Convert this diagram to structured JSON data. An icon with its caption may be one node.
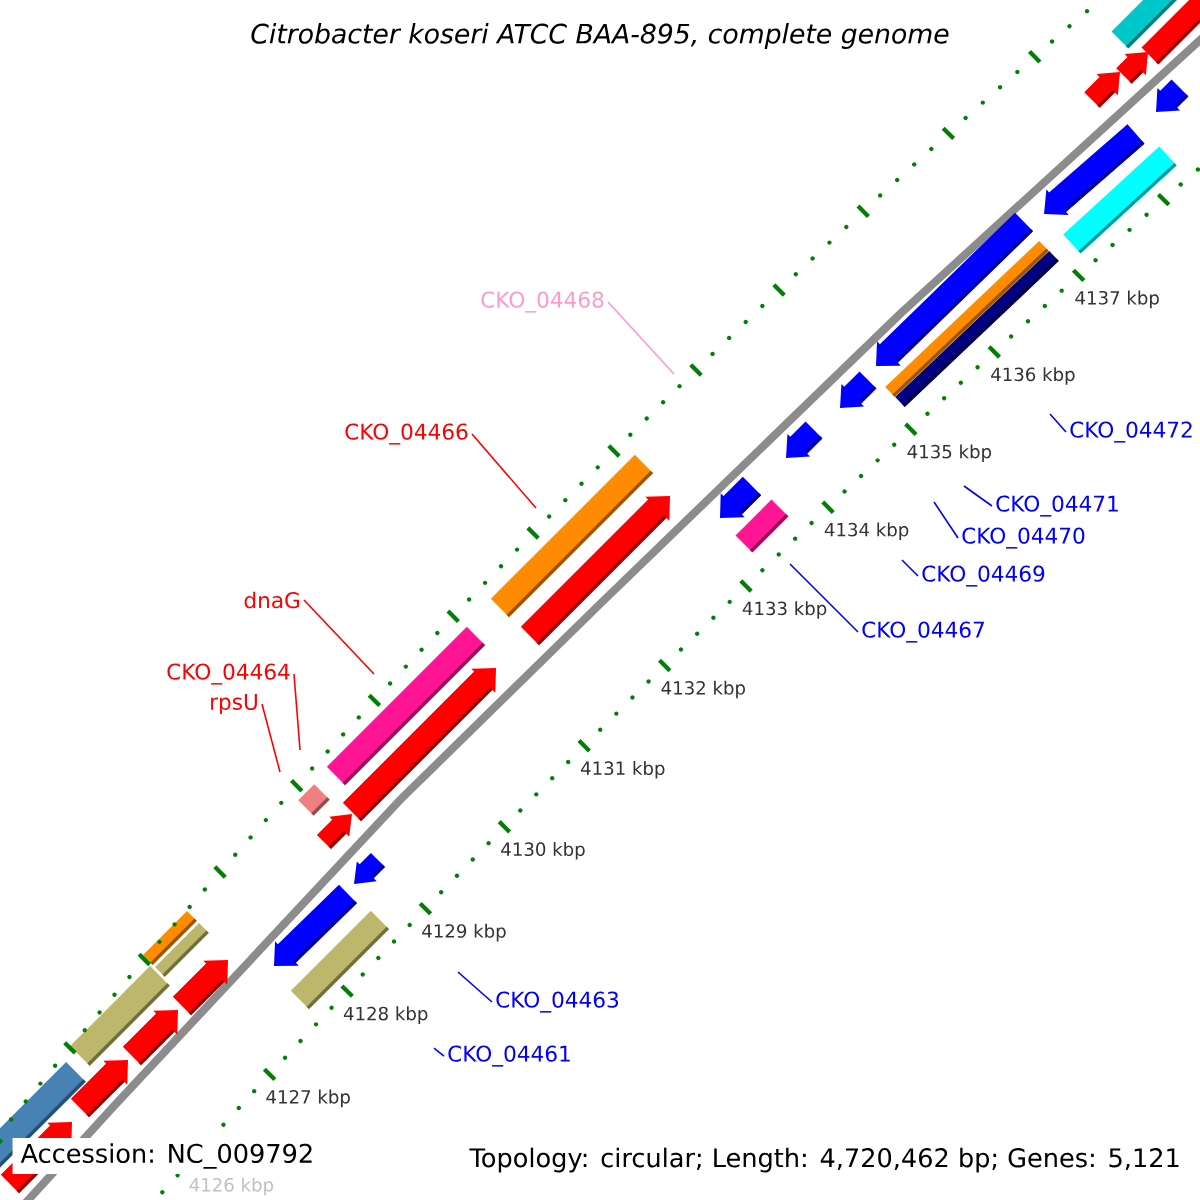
{
  "diagram": {
    "title": "Citrobacter koseri ATCC BAA-895, complete genome",
    "nodes": [
      {
        "text": [
          "CKO_04468"
        ]
      },
      {
        "text": [
          "CKO_04472"
        ]
      },
      {
        "text": [
          "CKO_04466"
        ]
      },
      {
        "text": [
          "CKO_04471"
        ]
      },
      {
        "text": [
          "CKO_04470"
        ]
      },
      {
        "text": [
          "CKO_04469"
        ]
      },
      {
        "text": [
          "dnaG"
        ]
      },
      {
        "text": [
          "CKO_04467"
        ]
      },
      {
        "text": [
          "CKO_04464"
        ]
      },
      {
        "text": [
          "rpsU"
        ]
      },
      {
        "text": [
          "CKO_04463"
        ]
      },
      {
        "text": [
          "CKO_04461"
        ]
      }
    ],
    "edges": [
      {
        "from": 0,
        "to": null,
        "arrow": "none",
        "color": "#ff99cc"
      },
      {
        "from": 1,
        "to": null,
        "arrow": "none"
      },
      {
        "from": 2,
        "to": null,
        "arrow": "none",
        "color": "#ff0000"
      },
      {
        "from": 3,
        "to": null,
        "arrow": "none"
      },
      {
        "from": 4,
        "to": null,
        "arrow": "none"
      },
      {
        "from": 5,
        "to": null,
        "arrow": "none"
      },
      {
        "from": 6,
        "to": null,
        "arrow": "none",
        "color": "#ff0000"
      },
      {
        "from": 7,
        "to": null,
        "arrow": "none"
      },
      {
        "from": 8,
        "to": null,
        "arrow": "none",
        "color": "#ff0000"
      },
      {
        "from": 9,
        "to": null,
        "arrow": "none",
        "color": "#ff0000"
      },
      {
        "from": 10,
        "to": null,
        "arrow": "none"
      },
      {
        "from": 11,
        "to": null,
        "arrow": "none"
      }
    ],
    "labels": [
      "4137 kbp",
      "4136 kbp",
      "4135 kbp",
      "4134 kbp",
      "4133 kbp",
      "4132 kbp",
      "4131 kbp",
      "4130 kbp",
      "4129 kbp",
      "4128 kbp",
      "4127 kbp",
      "4126 kbp",
      "Accession: NC_009792",
      "Topology: circular; Length: 4,720,462 bp; Genes: 5,121"
    ]
  }
}
